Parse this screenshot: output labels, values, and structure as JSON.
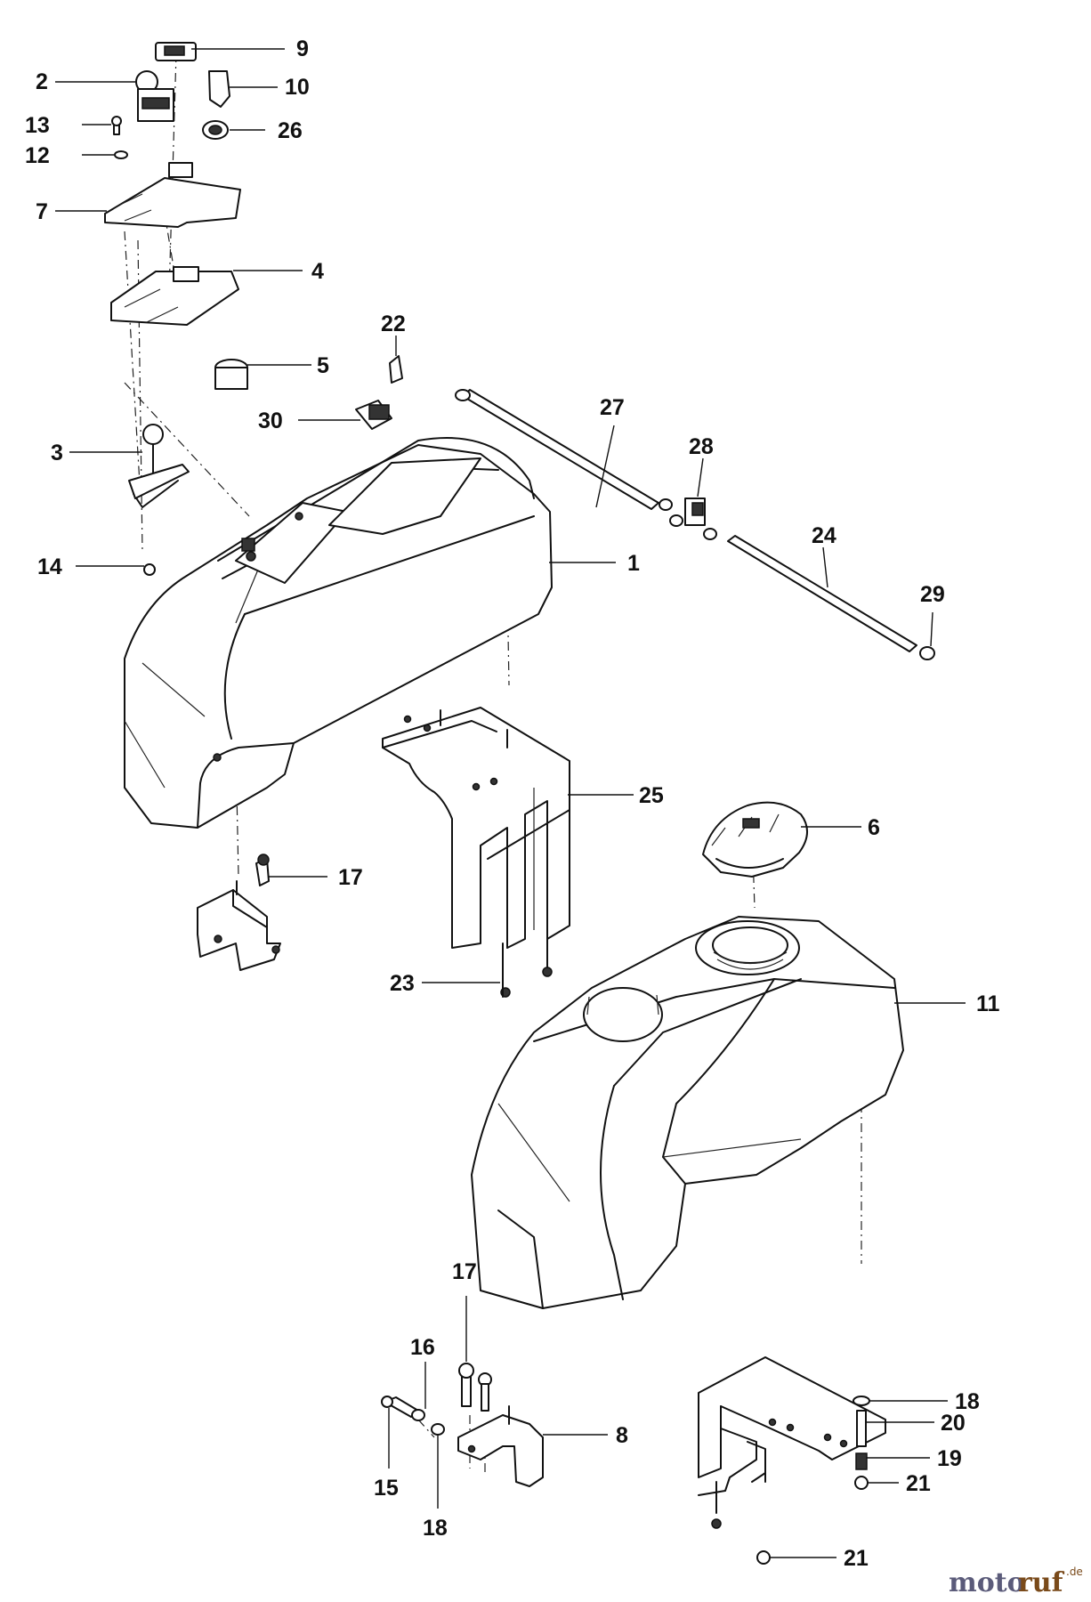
{
  "callouts": [
    "1",
    "2",
    "3",
    "4",
    "5",
    "6",
    "7",
    "8",
    "9",
    "10",
    "11",
    "12",
    "13",
    "14",
    "15",
    "16",
    "17",
    "17",
    "18",
    "18",
    "18",
    "19",
    "20",
    "21",
    "21",
    "22",
    "23",
    "24",
    "25",
    "26",
    "27",
    "28",
    "29",
    "30"
  ],
  "watermark": {
    "part1": "moto",
    "part2": "ruf",
    "suffix": ".de"
  }
}
